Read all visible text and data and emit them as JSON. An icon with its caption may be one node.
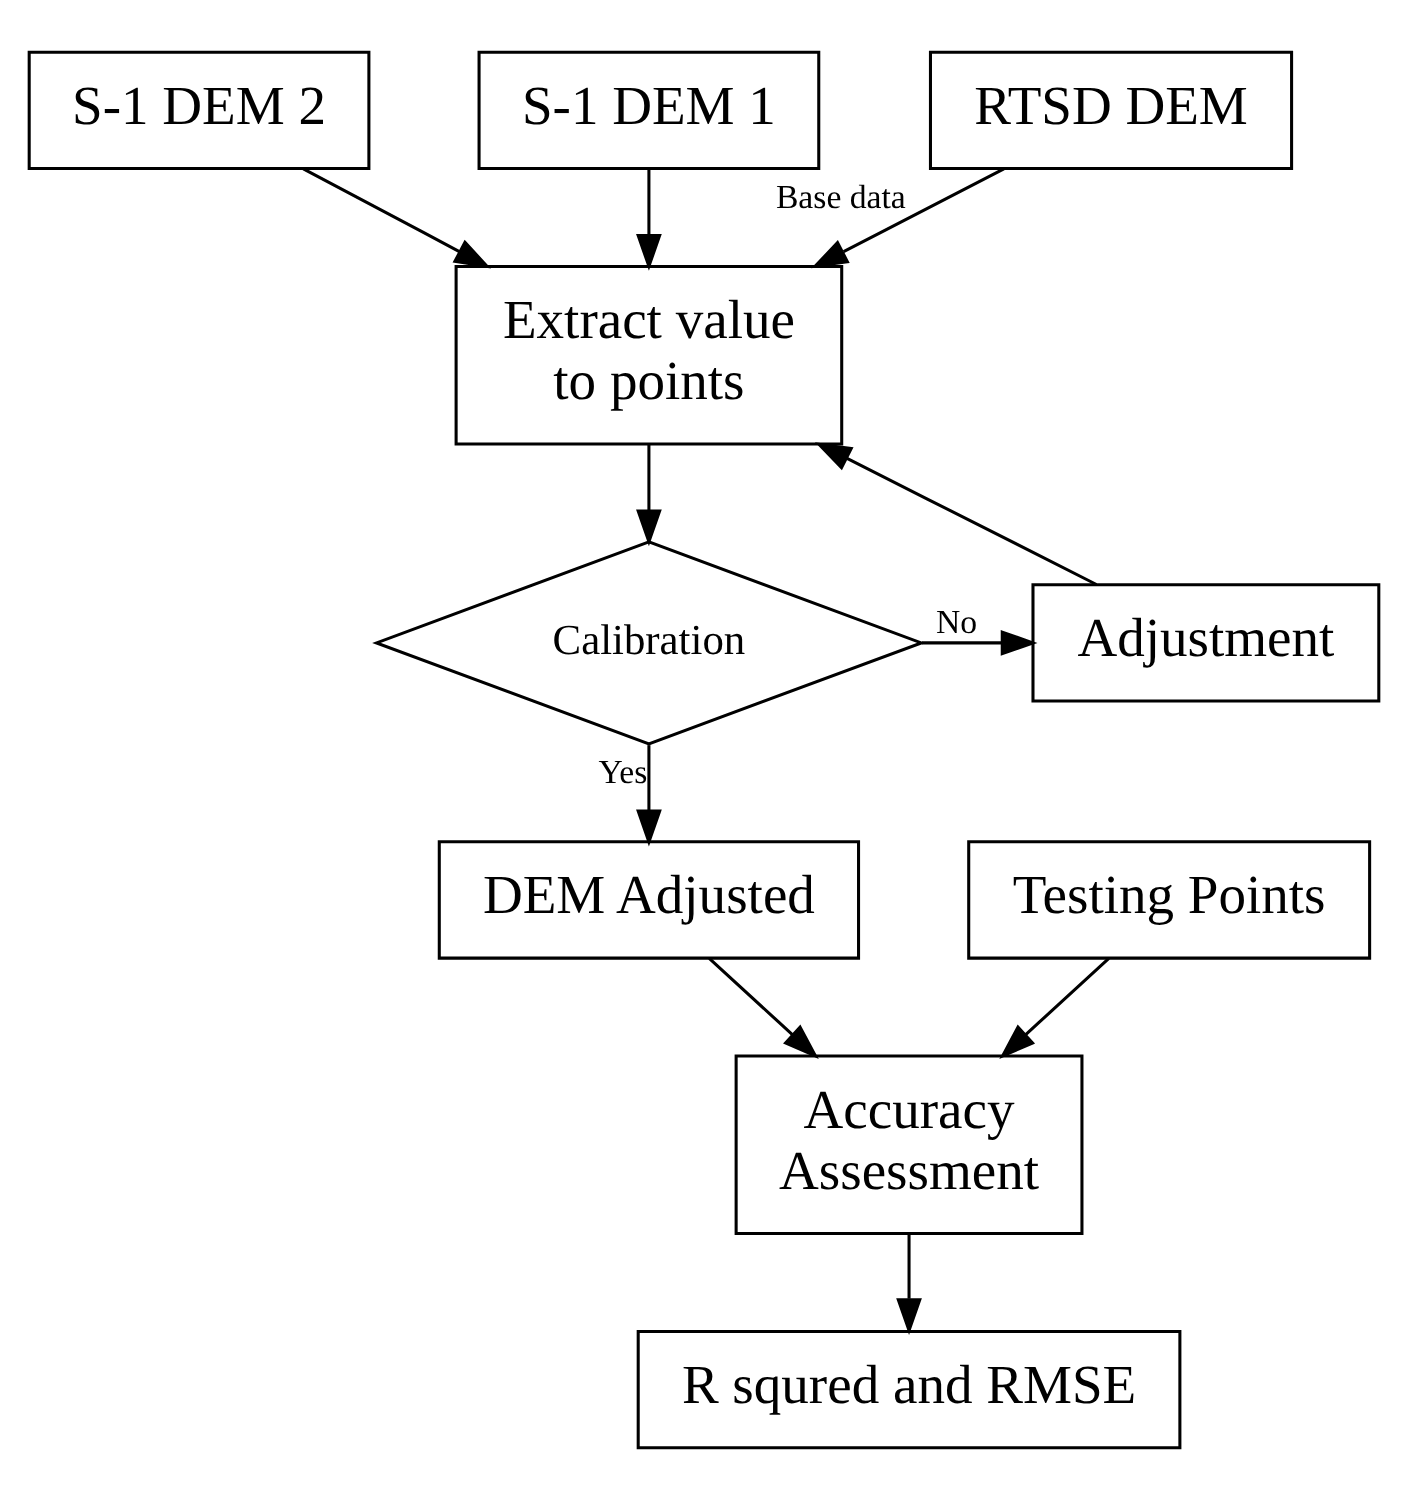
{
  "diagram": {
    "nodes": [
      {
        "text": [
          "S-1 DEM 2"
        ]
      },
      {
        "text": [
          "S-1 DEM 1"
        ]
      },
      {
        "text": [
          "RTSD DEM"
        ]
      },
      {
        "text": [
          "Extract value to points"
        ]
      },
      {
        "text": [
          "Calibration"
        ]
      },
      {
        "text": [
          "Adjustment"
        ]
      },
      {
        "text": [
          "DEM Adjusted"
        ]
      },
      {
        "text": [
          "Testing Points"
        ]
      },
      {
        "text": [
          "Accuracy Assessment"
        ]
      },
      {
        "text": [
          "R squred and RMSE"
        ]
      }
    ],
    "edges": [
      {
        "from": 0,
        "to": 3,
        "arrow": "to"
      },
      {
        "from": 1,
        "to": 3,
        "arrow": "to"
      },
      {
        "from": 2,
        "to": 3,
        "arrow": "to",
        "label": "Base data"
      },
      {
        "from": 5,
        "to": 3,
        "arrow": "to"
      },
      {
        "from": 3,
        "to": 4,
        "arrow": "to"
      },
      {
        "from": 4,
        "to": 5,
        "arrow": "to",
        "label": "No"
      },
      {
        "from": 4,
        "to": 6,
        "arrow": "to",
        "label": "Yes"
      },
      {
        "from": 6,
        "to": 8,
        "arrow": "to"
      },
      {
        "from": 7,
        "to": 8,
        "arrow": "to"
      },
      {
        "from": 8,
        "to": 9,
        "arrow": "to"
      }
    ]
  }
}
